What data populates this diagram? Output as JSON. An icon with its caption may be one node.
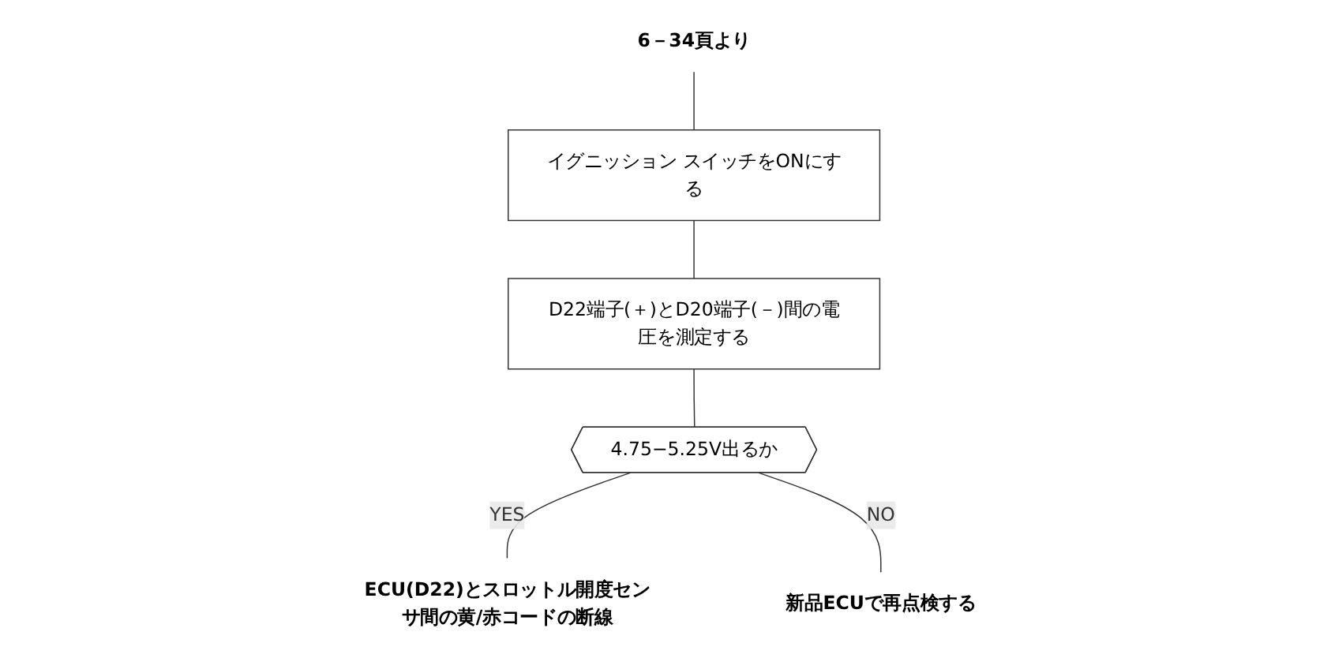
{
  "diagram": {
    "nodes": [
      {
        "text": [
          "6－34頁より"
        ]
      },
      {
        "text": [
          "イグニッション スイッチをONにする"
        ]
      },
      {
        "text": [
          "D22端子(＋)とD20端子(－)間の電圧を測定する"
        ]
      },
      {
        "text": [
          "4.75−5.25V出るか"
        ]
      },
      {
        "text": [
          "ECU(D22)とスロットル開度センサ間の黄/赤コードの断線"
        ]
      },
      {
        "text": [
          "新品ECUで再点検する"
        ]
      }
    ],
    "edges": [
      {
        "from": 0,
        "to": 1,
        "arrow": "none"
      },
      {
        "from": 1,
        "to": 2,
        "arrow": "none"
      },
      {
        "from": 2,
        "to": 3,
        "arrow": "none"
      },
      {
        "from": 3,
        "to": 4,
        "arrow": "none",
        "label": "YES"
      },
      {
        "from": 3,
        "to": 5,
        "arrow": "none",
        "label": "NO"
      }
    ]
  }
}
